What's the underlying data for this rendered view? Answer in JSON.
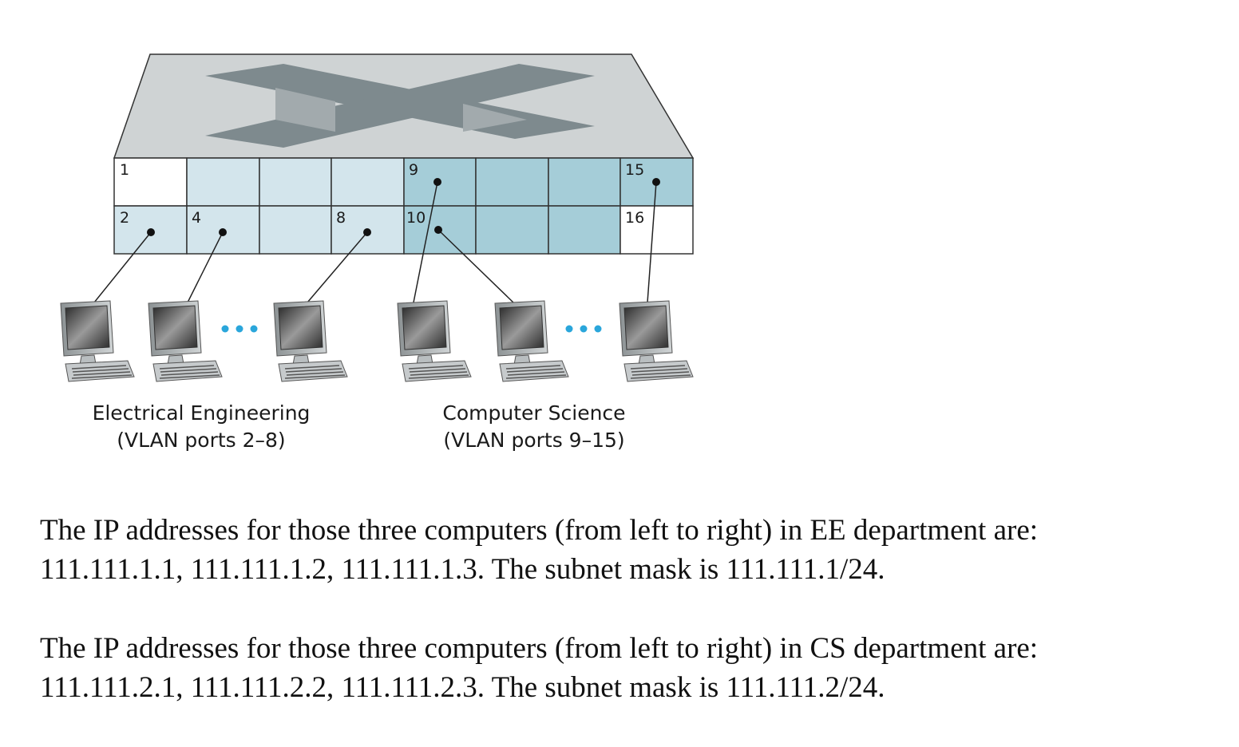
{
  "switch": {
    "ports_labeled": [
      "1",
      "2",
      "4",
      "8",
      "9",
      "10",
      "15",
      "16"
    ],
    "colors": {
      "ee_vlan": "#d3e5ec",
      "cs_vlan": "#a5cdd8",
      "unassigned": "#ffffff",
      "switch_top": "#cfd3d4",
      "switch_x": "#7e8a8e",
      "ellipsis": "#2aa6db"
    }
  },
  "groups": [
    {
      "name": "Electrical Engineering",
      "ports": "(VLAN ports 2–8)"
    },
    {
      "name": "Computer Science",
      "ports": "(VLAN ports 9–15)"
    }
  ],
  "notes": [
    {
      "line1": "The IP addresses for those three computers (from left to right) in EE department are:",
      "line2": "111.111.1.1, 111.111.1.2, 111.111.1.3. The subnet mask is 111.111.1/24."
    },
    {
      "line1": "The IP addresses for those three computers (from left to right) in CS department are:",
      "line2": "111.111.2.1, 111.111.2.2, 111.111.2.3. The subnet mask is 111.111.2/24."
    }
  ]
}
